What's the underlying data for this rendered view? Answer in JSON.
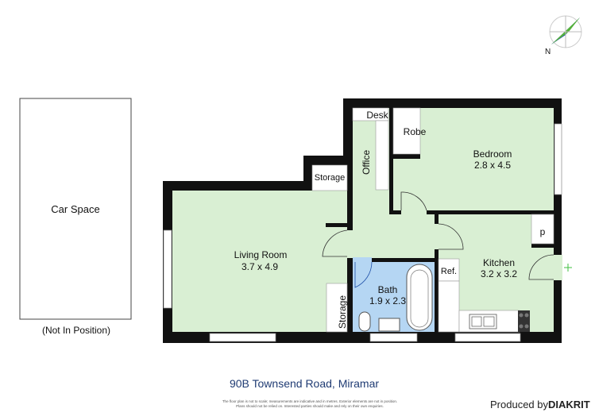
{
  "plan": {
    "car_space": "Car Space",
    "car_note": "(Not In Position)",
    "rooms": {
      "desk": "Desk",
      "robe": "Robe",
      "office": "Office",
      "storage_top": "Storage",
      "storage_bottom": "Storage",
      "bedroom": "Bedroom",
      "bedroom_size": "2.8 x 4.5",
      "living": "Living Room",
      "living_size": "3.7 x 4.9",
      "bath": "Bath",
      "bath_size": "1.9 x 2.3",
      "kitchen": "Kitchen",
      "kitchen_size": "3.2 x 3.2",
      "ref": "Ref.",
      "pantry": "p"
    },
    "compass": "N",
    "colors": {
      "room": "#d9efd3",
      "bath": "#b5d6f3",
      "wall": "#111111",
      "entry": "#3fbf3f",
      "title": "#1f3b73"
    }
  },
  "footer": {
    "address": "90B Townsend Road, Miramar",
    "disclaimer_1": "The floor plan is not to scale; measurements are indicative and in metres. Exterior elements are not in position.",
    "disclaimer_2": "Plans should not be relied on. Interested parties should make and rely on their own enquiries.",
    "produced_by": "Produced by",
    "brand": "DIAKRIT"
  }
}
